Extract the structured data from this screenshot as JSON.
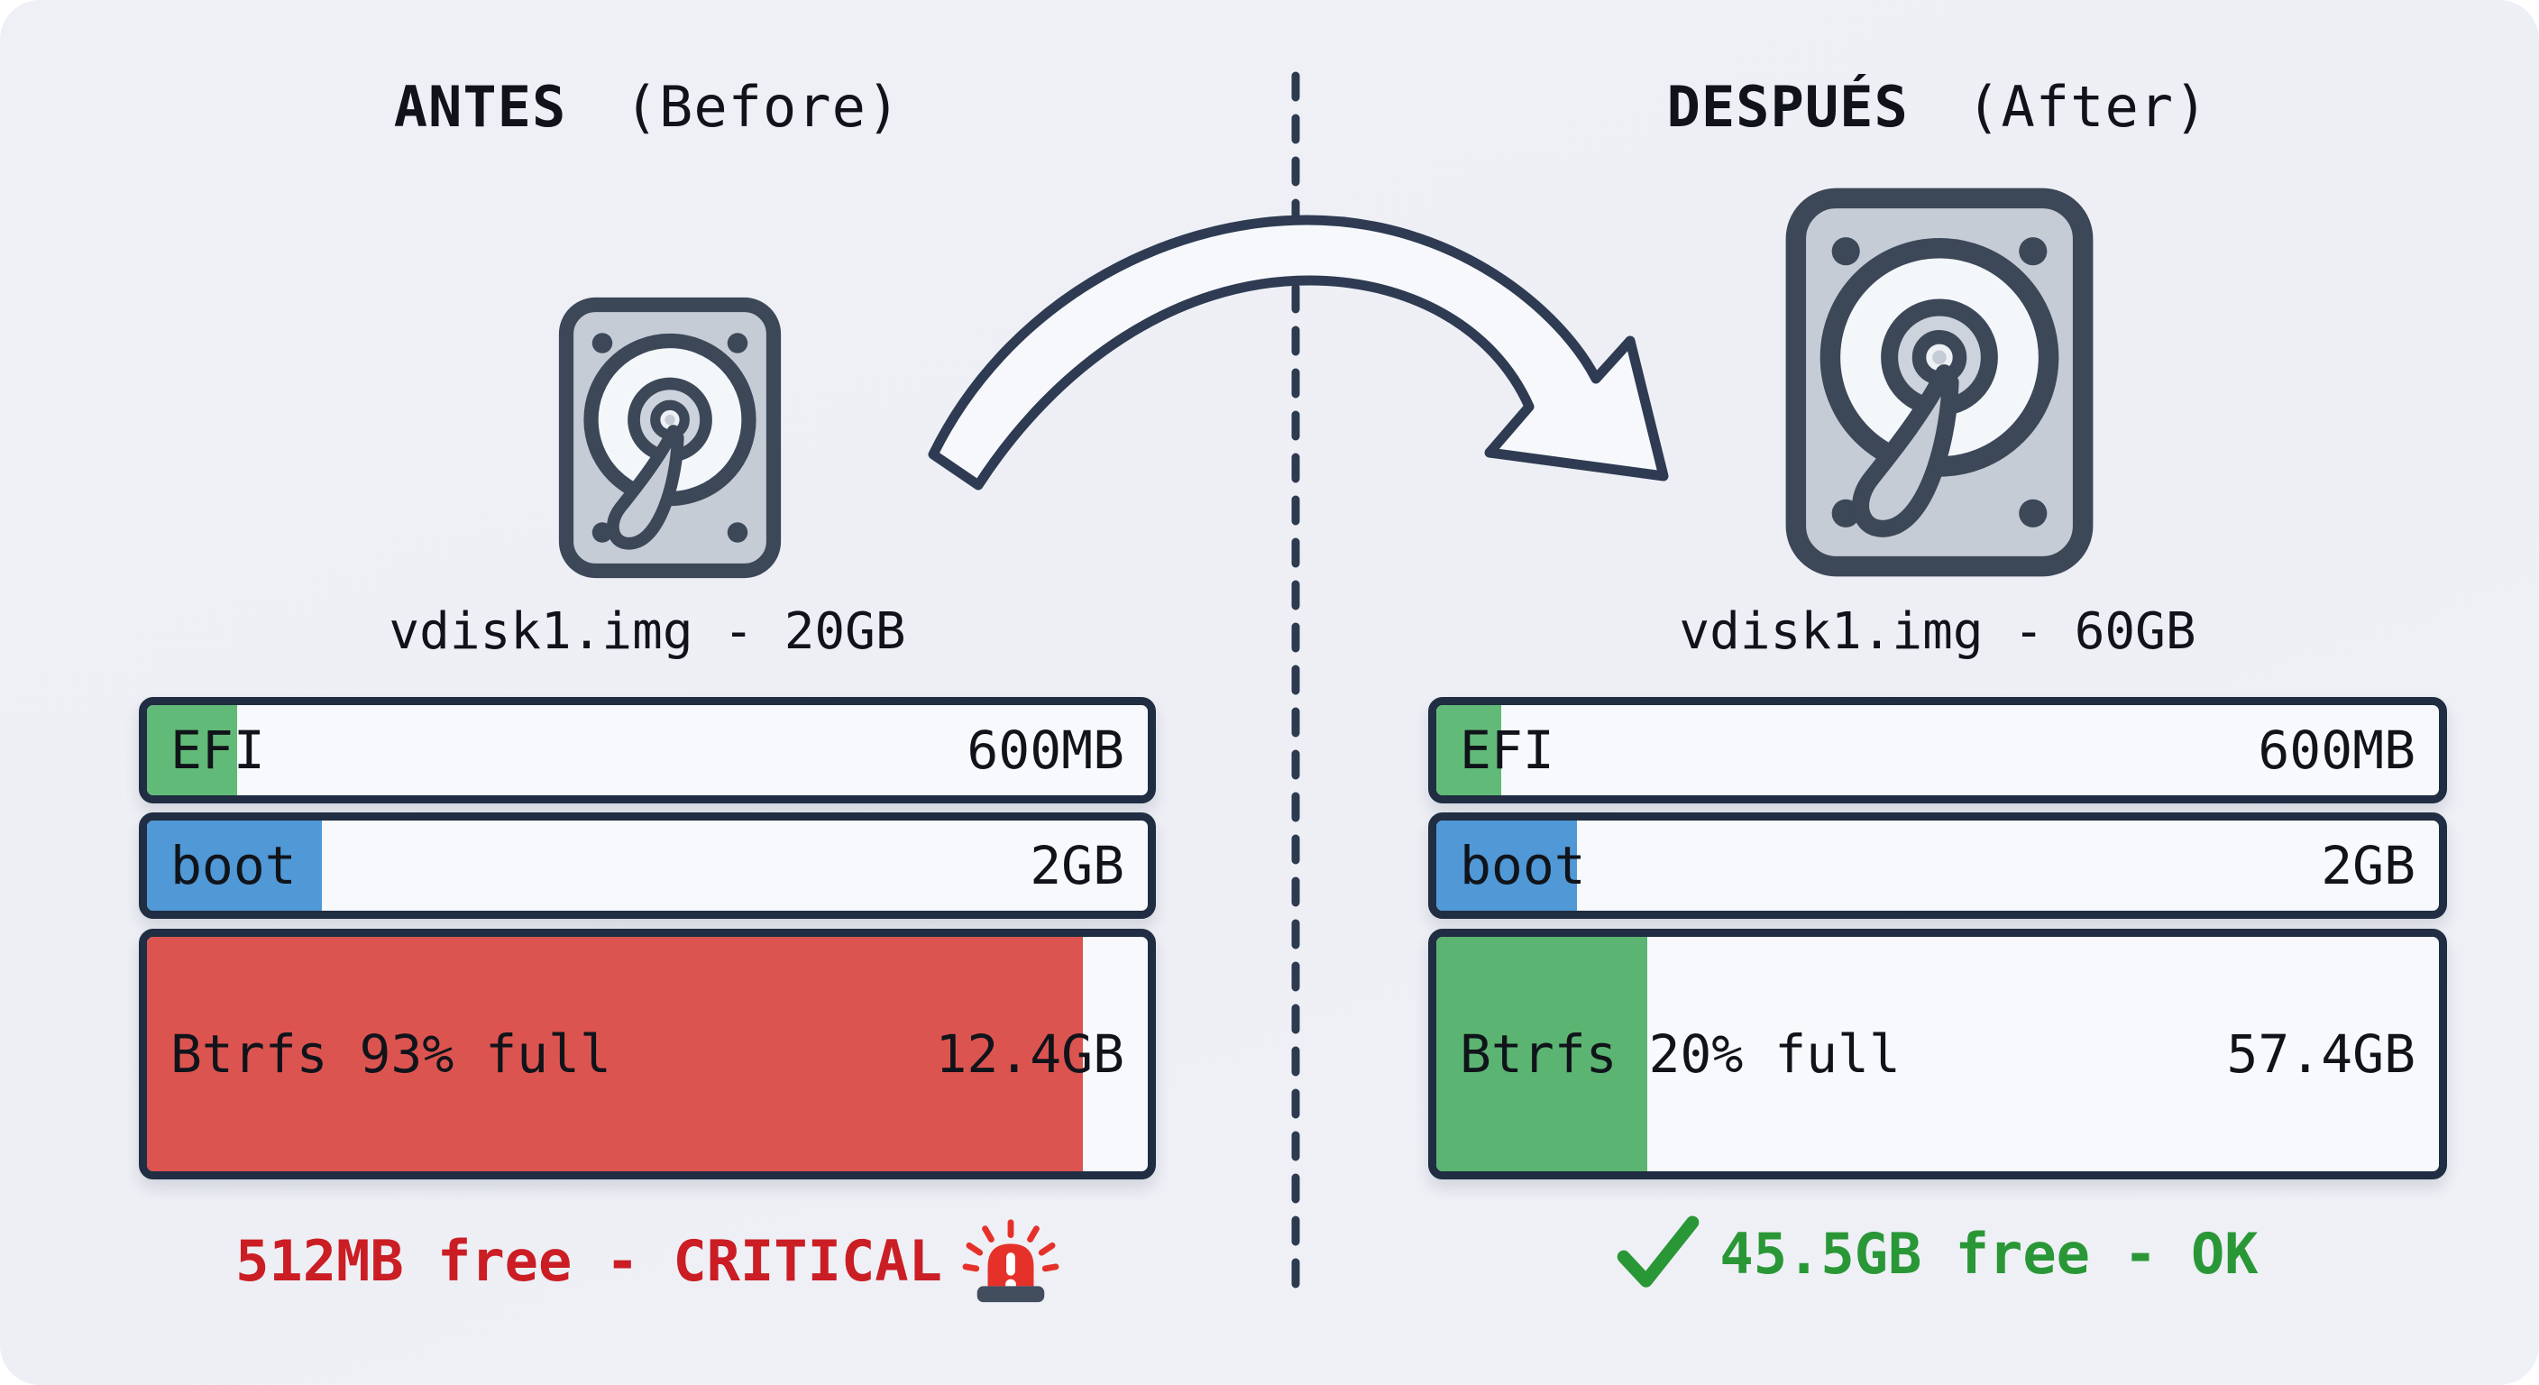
{
  "card": {
    "page_bg": "#ffffff",
    "bg": "#eef0f5",
    "outline_color": "#2e3b52"
  },
  "before": {
    "title_strong": "ANTES",
    "title_rest": "(Before)",
    "disk_label": "vdisk1.img - 20GB",
    "partitions": [
      {
        "name": "EFI",
        "size": "600MB",
        "fill_width": "9%",
        "fill_color": "#62ba78"
      },
      {
        "name": "boot",
        "size": "2GB",
        "fill_width": "17.5%",
        "fill_color": "#5098d6"
      },
      {
        "name": "Btrfs 93% full",
        "size": "12.4GB",
        "fill_width": "93.5%",
        "fill_color": "#dc5450"
      }
    ],
    "status": {
      "text": "512MB free - CRITICAL",
      "color": "#cb1d24",
      "icon": "siren-icon"
    }
  },
  "after": {
    "title_strong": "DESPUÉS",
    "title_rest": "(After)",
    "disk_label": "vdisk1.img - 60GB",
    "partitions": [
      {
        "name": "EFI",
        "size": "600MB",
        "fill_width": "6.5%",
        "fill_color": "#62ba78"
      },
      {
        "name": "boot",
        "size": "2GB",
        "fill_width": "14%",
        "fill_color": "#5098d6"
      },
      {
        "name": "Btrfs 20% full",
        "size": "57.4GB",
        "fill_width": "21%",
        "fill_color": "#5bb471"
      }
    ],
    "status": {
      "text": "45.5GB free - OK",
      "color": "#2a9737",
      "icon": "check-icon"
    }
  },
  "icons": {
    "siren_red": "#e6312a",
    "siren_base": "#424d5e",
    "siren_white": "#ffffff",
    "check_green": "#2a9737",
    "disk_outline": "#3c4758",
    "arrow_outline": "#2e3b52"
  }
}
